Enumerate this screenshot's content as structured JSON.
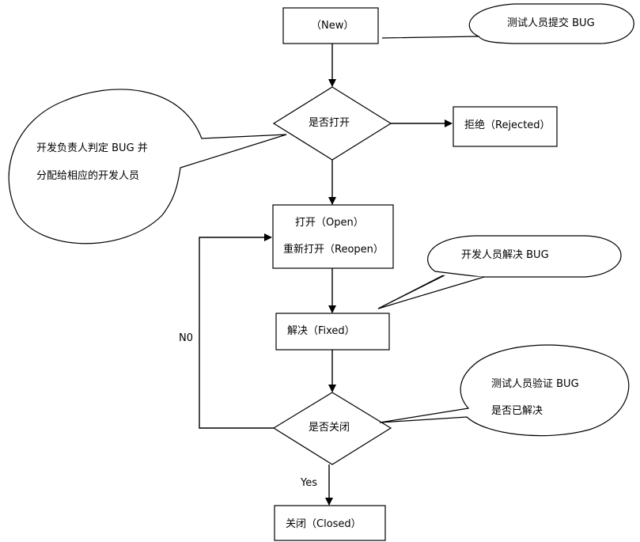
{
  "nodes": {
    "new": "（New）",
    "decision_open": "是否打开",
    "rejected": "拒绝（Rejected）",
    "open_line1": "打开（Open）",
    "open_line2": "重新打开（Reopen）",
    "fixed": "解决（Fixed）",
    "decision_close": "是否关闭",
    "closed": "关闭（Closed）"
  },
  "callouts": {
    "tester_submit": "测试人员提交 BUG",
    "lead_line1": "开发负责人判定 BUG 并",
    "lead_line2": "分配给相应的开发人员",
    "dev_fix": "开发人员解决 BUG",
    "verify_line1": "测试人员验证  BUG",
    "verify_line2": "是否已解决"
  },
  "edge_labels": {
    "no": "N0",
    "yes": "Yes"
  }
}
